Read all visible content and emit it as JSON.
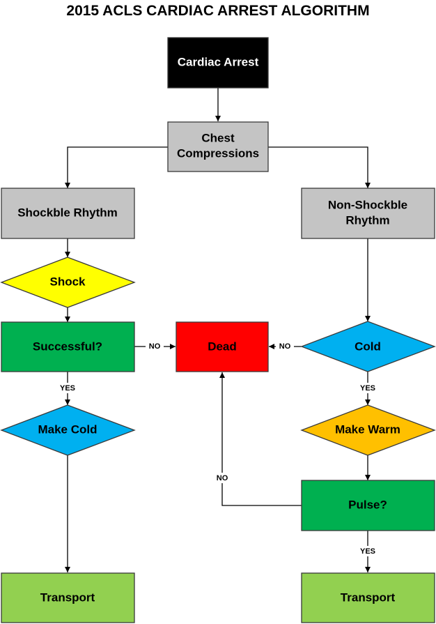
{
  "title": "2015 ACLS CARDIAC ARREST ALGORITHM",
  "colors": {
    "black": "#000000",
    "gray": "#c4c4c4",
    "yellow": "#ffff00",
    "green": "#00b050",
    "red": "#ff0000",
    "blue": "#00b0f0",
    "orange": "#ffc000",
    "light_green": "#92d050"
  },
  "nodes": {
    "cardiac_arrest": "Cardiac Arrest",
    "chest_compressions": [
      "Chest",
      "Compressions"
    ],
    "shockable": "Shockble Rhythm",
    "non_shockable": [
      "Non-Shockble",
      "Rhythm"
    ],
    "shock": "Shock",
    "successful": "Successful?",
    "dead": "Dead",
    "cold": "Cold",
    "make_cold": "Make Cold",
    "make_warm": "Make Warm",
    "pulse": "Pulse?",
    "transport_left": "Transport",
    "transport_right": "Transport"
  },
  "edge_labels": {
    "successful_no": "NO",
    "cold_no": "NO",
    "successful_yes": "YES",
    "cold_yes": "YES",
    "pulse_no": "NO",
    "pulse_yes": "YES"
  }
}
